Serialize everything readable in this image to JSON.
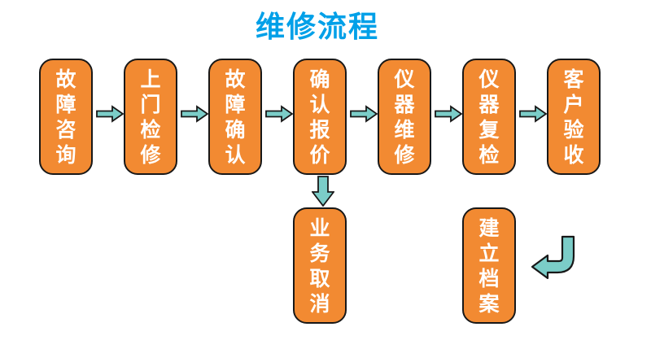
{
  "title": "维修流程",
  "steps": [
    {
      "label": "故障咨询"
    },
    {
      "label": "上门检修"
    },
    {
      "label": "故障确认"
    },
    {
      "label": "确认报价"
    },
    {
      "label": "仪器维修"
    },
    {
      "label": "仪器复检"
    },
    {
      "label": "客户验收"
    }
  ],
  "branch_steps": [
    {
      "label": "业务取消"
    },
    {
      "label": "建立档案"
    }
  ],
  "icons": {
    "flow_arrow": "right-block-arrow",
    "cancel_arrow": "down-block-arrow",
    "archive_arrow": "curved-left-block-arrow"
  },
  "colors": {
    "title": "#00A0E8",
    "box_fill": "#F28A32",
    "box_border": "#181818",
    "box_text": "#FFFFFF",
    "arrow_fill": "#7BCDC8",
    "arrow_outline": "#181818",
    "background": "#FFFFFF"
  }
}
